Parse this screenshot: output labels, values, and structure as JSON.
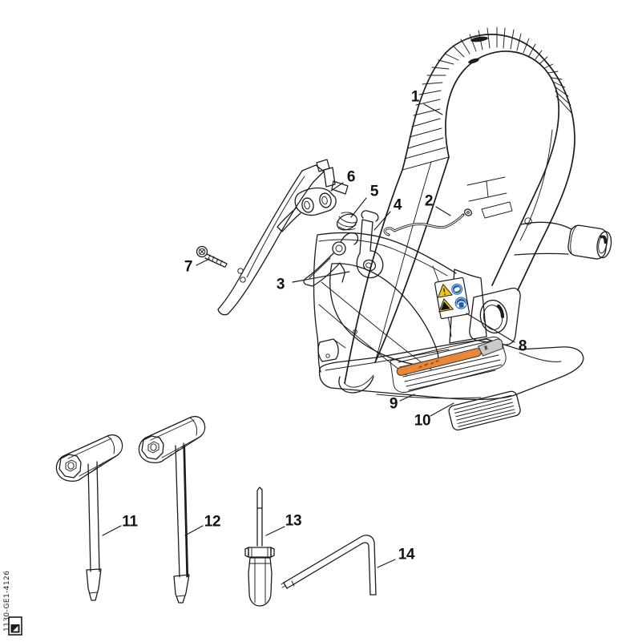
{
  "diagram": {
    "type": "exploded-parts-diagram",
    "drawing_number": "1130-GE1-4126",
    "callouts": [
      {
        "label": "1"
      },
      {
        "label": "2"
      },
      {
        "label": "3"
      },
      {
        "label": "4"
      },
      {
        "label": "5"
      },
      {
        "label": "6"
      },
      {
        "label": "7"
      },
      {
        "label": "8"
      },
      {
        "label": "9"
      },
      {
        "label": "10"
      },
      {
        "label": "11"
      },
      {
        "label": "12"
      },
      {
        "label": "13"
      },
      {
        "label": "14"
      }
    ],
    "safety_label_icons": [
      "warning-triangle-icon",
      "kickback-warning-icon",
      "read-manual-mandatory-icon",
      "wear-protection-mandatory-icon"
    ],
    "colors": {
      "line": "#1c1c1c",
      "background": "#ffffff",
      "safety_yellow": "#f0c21a",
      "safety_blue": "#1e5fae",
      "tool_orange": "#e8873a",
      "tool_cap_gray": "#c9c9c9"
    }
  }
}
